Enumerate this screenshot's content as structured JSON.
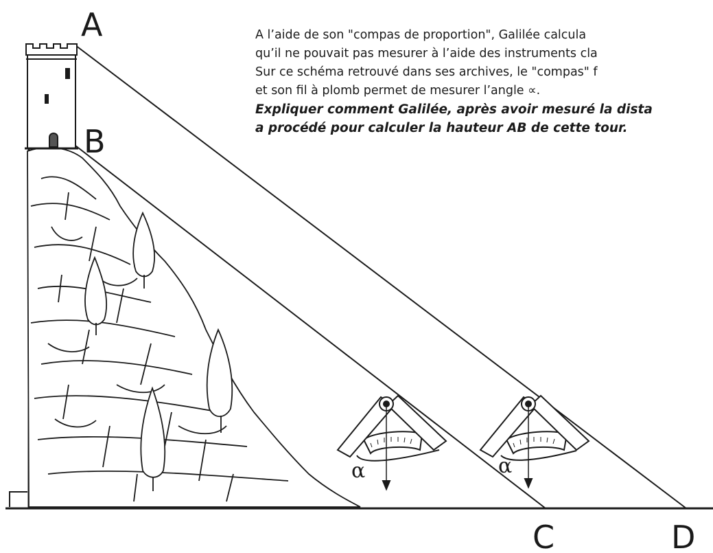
{
  "labels": {
    "A": "A",
    "B": "B",
    "C": "C",
    "D": "D",
    "alpha": "α"
  },
  "text": {
    "line1": "A l’aide de son \"compas de proportion\", Galilée calcula",
    "line2": "qu’il ne pouvait pas mesurer à l’aide des instruments cla",
    "line3": "Sur ce schéma retrouvé dans ses archives, le \"compas\" f",
    "line4": "et son fil à plomb permet de mesurer l’angle",
    "line4_symbol": "∝.",
    "question1": "Expliquer comment Galilée, après avoir mesuré la dista",
    "question2": "a procédé pour calculer la hauteur AB de cette tour."
  },
  "colors": {
    "ink": "#1a1a1a",
    "background": "#ffffff"
  }
}
